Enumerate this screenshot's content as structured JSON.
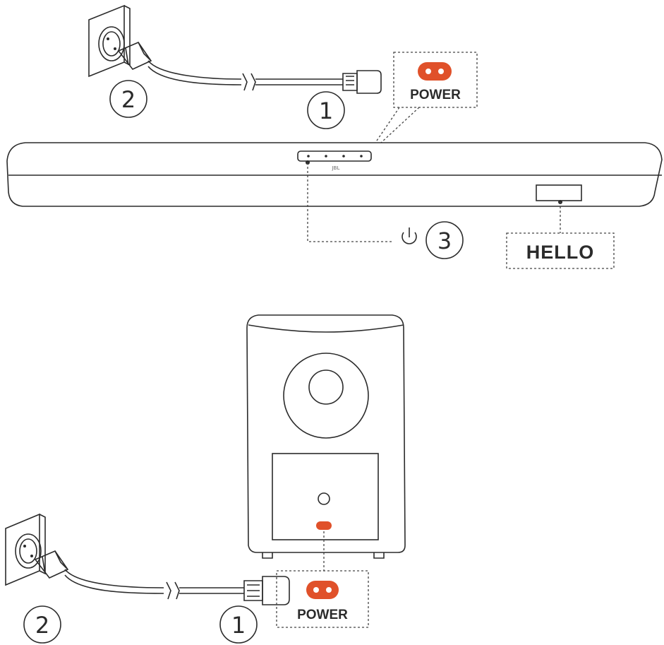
{
  "colors": {
    "line": "#2b2b2b",
    "power_accent": "#e0512a",
    "background": "#ffffff"
  },
  "soundbar": {
    "brand_mark": "JBL",
    "power_label": "POWER",
    "display_label": "HELLO",
    "steps": {
      "cord_to_bar": "1",
      "plug_to_wall": "2",
      "power_on": "3"
    },
    "power_icon": "power-icon"
  },
  "subwoofer": {
    "power_label": "POWER",
    "steps": {
      "cord_to_sub": "1",
      "plug_to_wall": "2"
    }
  }
}
